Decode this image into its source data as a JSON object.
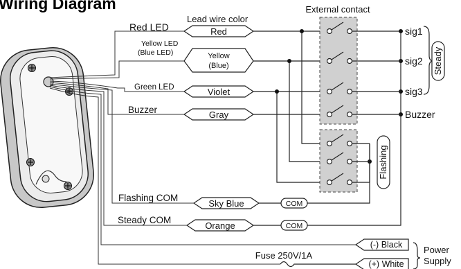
{
  "title": "Wiring Diagram",
  "external_contact_label": "External contact",
  "lead_wire_color_label": "Lead wire color",
  "wires": [
    {
      "label": "Red LED",
      "color": "Red",
      "signal": "sig1"
    },
    {
      "label_line1": "Yellow LED",
      "label_line2": "(Blue LED)",
      "color_line1": "Yellow",
      "color_line2": "(Blue)",
      "signal": "sig2"
    },
    {
      "label": "Green LED",
      "color": "Violet",
      "signal": "sig3"
    },
    {
      "label": "Buzzer",
      "color": "Gray",
      "signal": "Buzzer"
    }
  ],
  "steady_label": "Steady",
  "flashing_label": "Flashing",
  "flashing_com": {
    "label": "Flashing COM",
    "color": "Sky Blue",
    "tag": "COM"
  },
  "steady_com": {
    "label": "Steady  COM",
    "color": "Orange",
    "tag": "COM"
  },
  "power": {
    "neg": "(-) Black",
    "pos": "(+) White",
    "label_line1": "Power",
    "label_line2": "Supply",
    "fuse": "Fuse 250V/1A"
  }
}
